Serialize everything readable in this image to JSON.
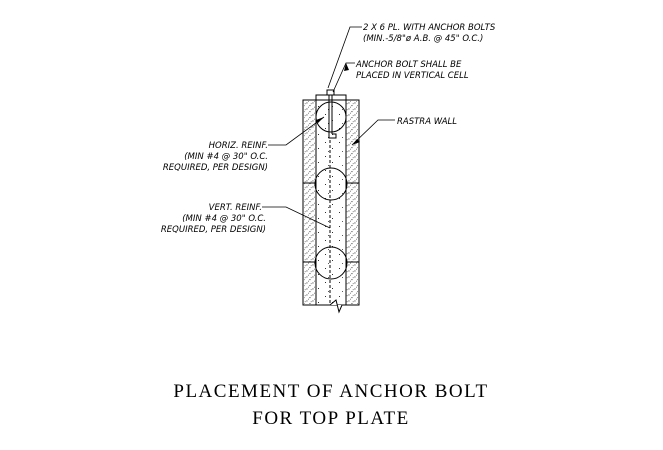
{
  "drawing": {
    "title_line1": "PLACEMENT OF ANCHOR BOLT",
    "title_line2": "FOR TOP PLATE",
    "callouts": {
      "top_plate": {
        "line1": "2 X 6 PL. WITH ANCHOR BOLTS",
        "line2": "(MIN.-5/8\"ø A.B. @ 45\" O.C.)"
      },
      "anchor_bolt": {
        "line1": "ANCHOR BOLT SHALL BE",
        "line2": "PLACED IN VERTICAL CELL"
      },
      "rastra_wall": {
        "line1": "RASTRA WALL"
      },
      "horiz_reinf": {
        "line1": "HORIZ. REINF.",
        "line2": "(MIN #4 @ 30\" O.C.",
        "line3": "REQUIRED, PER DESIGN)"
      },
      "vert_reinf": {
        "line1": "VERT. REINF.",
        "line2": "(MIN #4 @ 30\" O.C.",
        "line3": "REQUIRED, PER DESIGN)"
      }
    }
  }
}
